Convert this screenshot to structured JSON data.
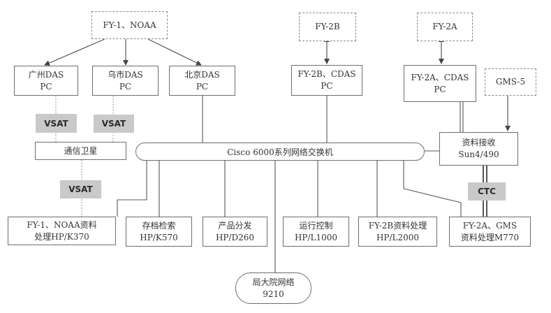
{
  "sources": {
    "fy1": "FY-1、NOAA",
    "fy2b": "FY-2B",
    "fy2a": "FY-2A",
    "gms5": "GMS-5"
  },
  "stations": {
    "guangzhou": {
      "line1": "广州DAS",
      "line2": "PC"
    },
    "wushi": {
      "line1": "乌市DAS",
      "line2": "PC"
    },
    "beijing": {
      "line1": "北京DAS",
      "line2": "PC"
    },
    "fy2b_cdas": {
      "line1": "FY-2B、CDAS",
      "line2": "PC"
    },
    "fy2a_cdas": {
      "line1": "FY-2A、CDAS",
      "line2": "PC"
    }
  },
  "links": {
    "vsat_left": "VSAT",
    "vsat_right": "VSAT",
    "vsat_lower": "VSAT",
    "satellite": "通信卫星",
    "ctc": "CTC"
  },
  "receiver": {
    "line1": "资料接收",
    "line2": "Sun4/490"
  },
  "switch_label": "Cisco 6000系列网络交换机",
  "processors": [
    {
      "line1": "FY-1、NOAA资料",
      "line2": "处理HP/K370"
    },
    {
      "line1": "存档检索",
      "line2": "HP/K570"
    },
    {
      "line1": "产品分发",
      "line2": "HP/D260"
    },
    {
      "line1": "运行控制",
      "line2": "HP/L1000"
    },
    {
      "line1": "FY-2B资料处理",
      "line2": "HP/L2000"
    },
    {
      "line1": "FY-2A、GMS",
      "line2": "资料处理M770"
    }
  ],
  "campus_network": {
    "line1": "局大院网络",
    "line2": "9210"
  }
}
